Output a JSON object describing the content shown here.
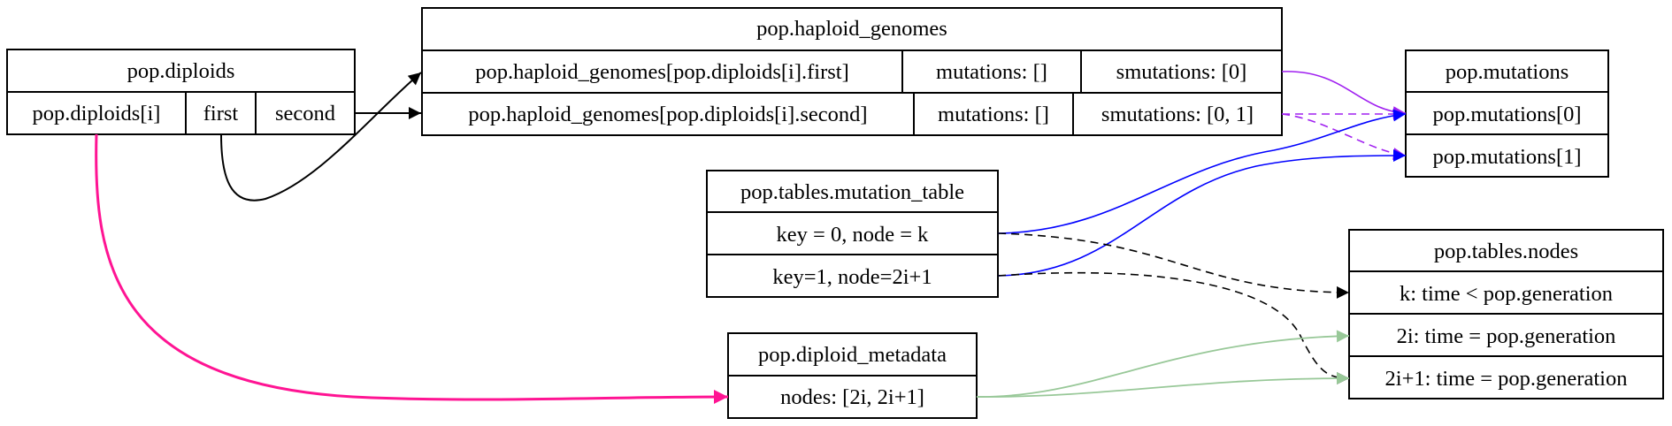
{
  "diploids": {
    "title": "pop.diploids",
    "cells": [
      "pop.diploids[i]",
      "first",
      "second"
    ]
  },
  "haploid_genomes": {
    "title": "pop.haploid_genomes",
    "rows": [
      [
        "pop.haploid_genomes[pop.diploids[i].first]",
        "mutations: []",
        "smutations: [0]"
      ],
      [
        "pop.haploid_genomes[pop.diploids[i].second]",
        "mutations: []",
        "smutations: [0, 1]"
      ]
    ]
  },
  "mutations": {
    "title": "pop.mutations",
    "rows": [
      "pop.mutations[0]",
      "pop.mutations[1]"
    ]
  },
  "mutation_table": {
    "title": "pop.tables.mutation_table",
    "rows": [
      "key = 0, node = k",
      "key=1, node=2i+1"
    ]
  },
  "nodes": {
    "title": "pop.tables.nodes",
    "rows": [
      "k: time < pop.generation",
      "2i: time = pop.generation",
      "2i+1: time = pop.generation"
    ]
  },
  "diploid_metadata": {
    "title": "pop.diploid_metadata",
    "rows": [
      "nodes: [2i, 2i+1]"
    ]
  },
  "colors": {
    "black": "#000000",
    "purple": "#a020f0",
    "blue": "#0000ff",
    "green": "#98c898",
    "pink": "#ff1493"
  }
}
